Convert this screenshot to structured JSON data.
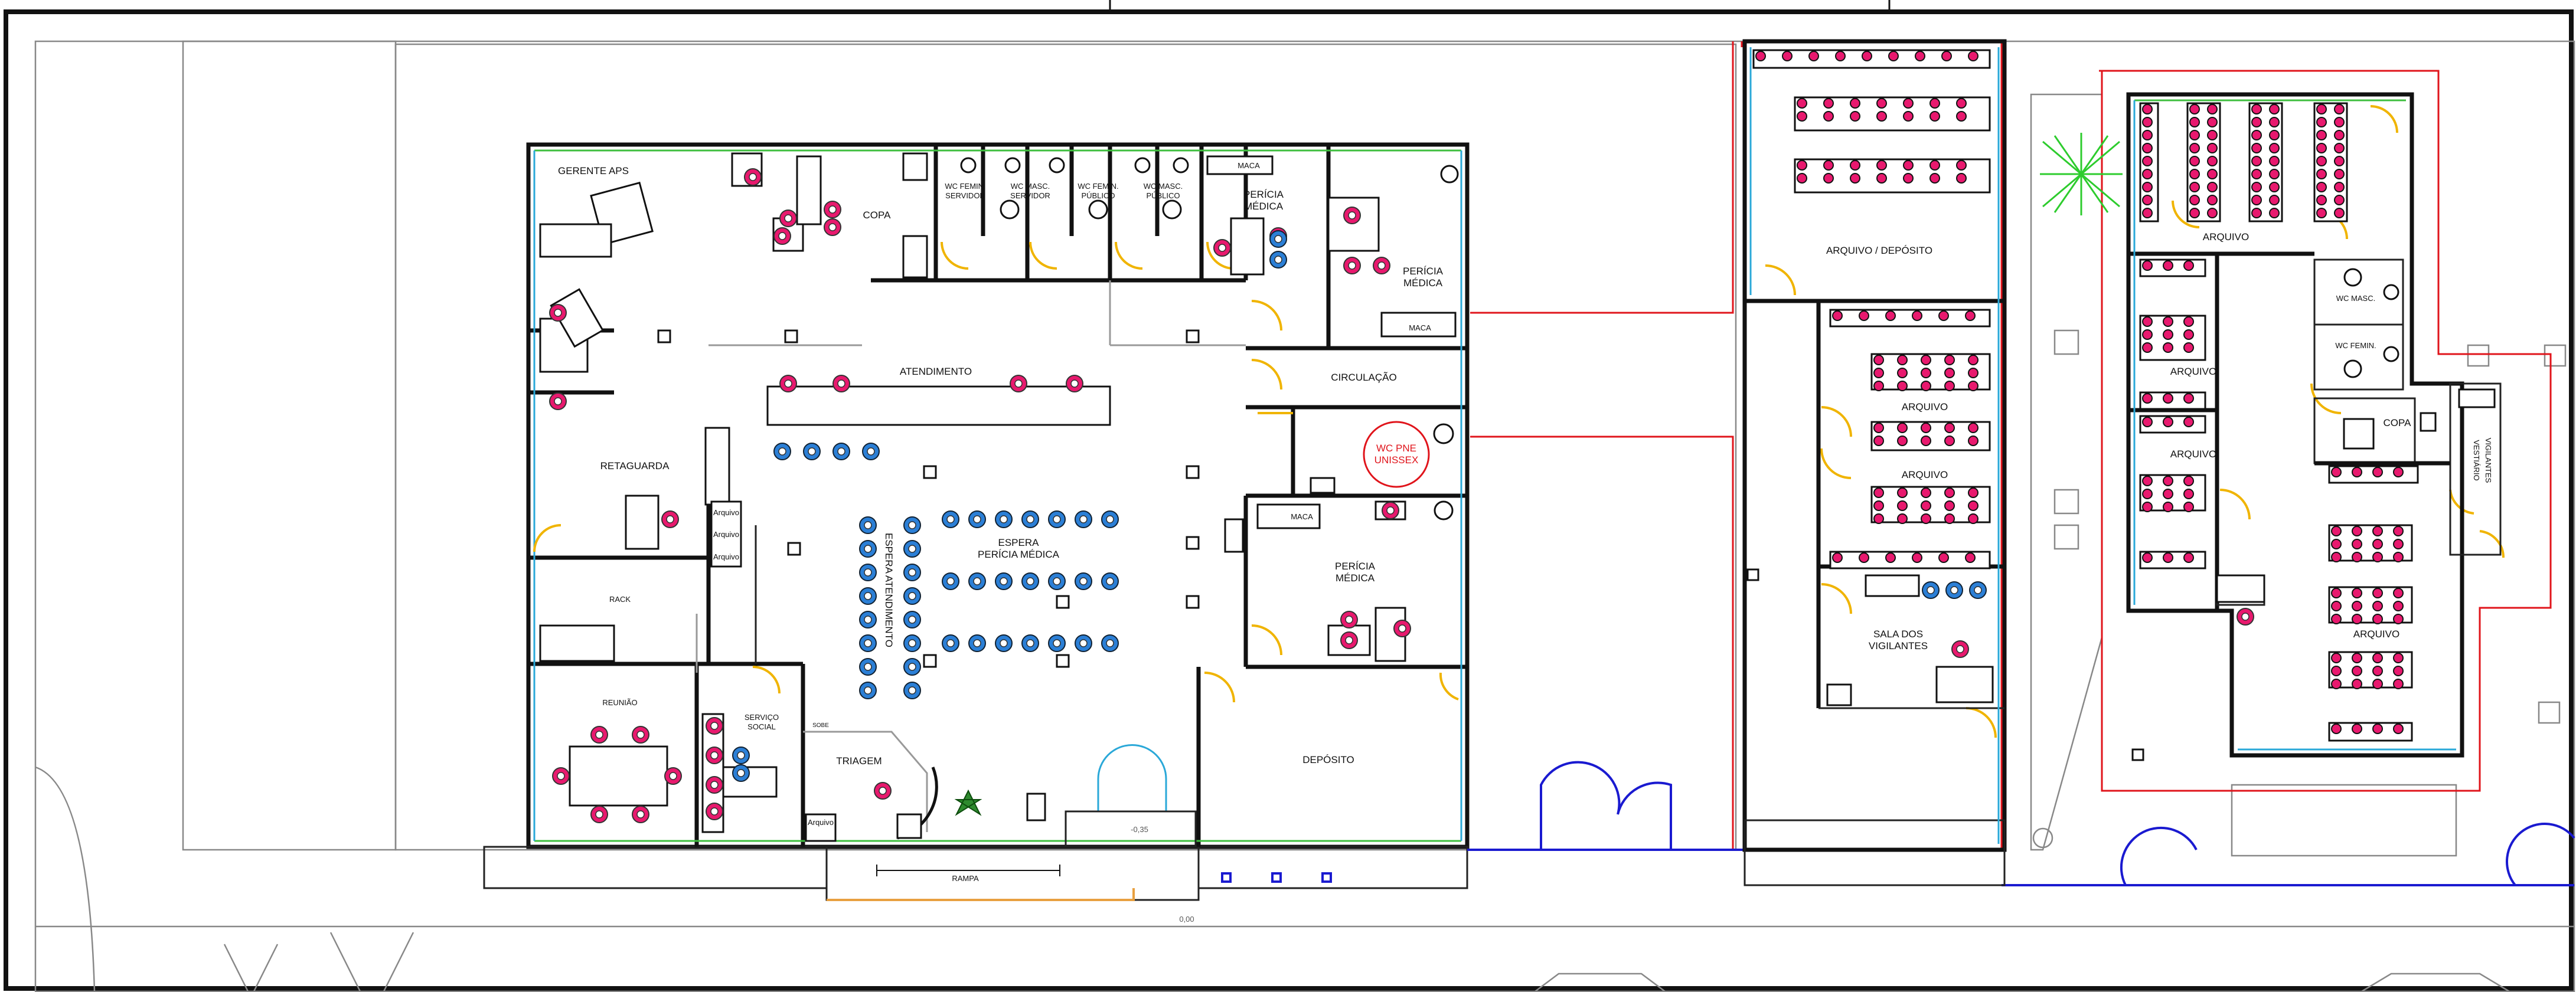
{
  "rooms": {
    "gerente": "GERENTE APS",
    "copa1": "COPA",
    "wc_femin_serv": [
      "WC FEMIN.",
      "SERVIDOR"
    ],
    "wc_masc_serv": [
      "WC MASC.",
      "SERVIDOR"
    ],
    "wc_femin_pub": [
      "WC FEMIN.",
      "PÚBLICO"
    ],
    "wc_masc_pub": [
      "WC MASC.",
      "PÚBLICO"
    ],
    "maca1": "MACA",
    "pericia1": [
      "PERÍCIA",
      "MÉDICA"
    ],
    "pericia2": [
      "PERÍCIA",
      "MÉDICA"
    ],
    "maca2": "MACA",
    "atendimento": "ATENDIMENTO",
    "circulacao": "CIRCULAÇÃO",
    "wc_pne": [
      "WC PNE",
      "UNISSEX"
    ],
    "retaguarda": "RETAGUARDA",
    "espera_pericia": [
      "ESPERA",
      "PERÍCIA MÉDICA"
    ],
    "espera_atendimento": "ESPERA ATENDIMENTO",
    "maca3": "MACA",
    "pericia3": [
      "PERÍCIA",
      "MÉDICA"
    ],
    "rack": "RACK",
    "arquivo_small": "Arquivo",
    "reuniao": "REUNIÃO",
    "servico_social": [
      "SERVIÇO",
      "SOCIAL"
    ],
    "sobe": "SOBE",
    "triagem": "TRIAGEM",
    "deposito": "DEPÓSITO",
    "rampa": "RAMPA",
    "level1": "-0,35",
    "level2": "0,00",
    "arquivo_deposito": "ARQUIVO / DEPÓSITO",
    "arquivo": "ARQUIVO",
    "sala_vigilantes": [
      "SALA DOS",
      "VIGILANTES"
    ],
    "wc_masc": "WC MASC.",
    "wc_femin": "WC FEMIN.",
    "copa2": "COPA",
    "vestiario": [
      "VESTIÁRIO",
      "VIGILANTES"
    ]
  },
  "colors": {
    "wall": "#111111",
    "accent_red": "#e0141b",
    "door_yellow": "#f0b400",
    "window_blue": "#1a1ad0",
    "chair_pink": "#e8196e",
    "chair_blue": "#2b7fd6"
  }
}
